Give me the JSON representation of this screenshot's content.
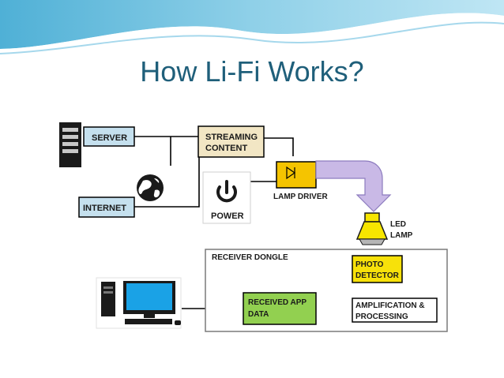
{
  "slide": {
    "title": "How Li-Fi Works?"
  },
  "colors": {
    "title": "#1f5f7a",
    "server_box": "#c5e0ee",
    "streaming_box": "#f2e6c4",
    "lamp_driver_box": "#f5c400",
    "photo_detector_box": "#f7e10a",
    "received_box": "#92d050",
    "light_arrow": "#c9b9e6",
    "monitor_screen": "#1aa2e6",
    "lamp": "#f7e600"
  },
  "diagram": {
    "server_label": "SERVER",
    "streaming_line1": "STREAMING",
    "streaming_line2": "CONTENT",
    "internet_label": "INTERNET",
    "power_label": "POWER",
    "lamp_driver_label": "LAMP DRIVER",
    "led_line1": "LED",
    "led_line2": "LAMP",
    "receiver_label": "RECEIVER DONGLE",
    "photo_line1": "PHOTO",
    "photo_line2": "DETECTOR",
    "received_line1": "RECEIVED APP",
    "received_line2": "DATA",
    "amplification_line1": "AMPLIFICATION &",
    "amplification_line2": "PROCESSING"
  }
}
